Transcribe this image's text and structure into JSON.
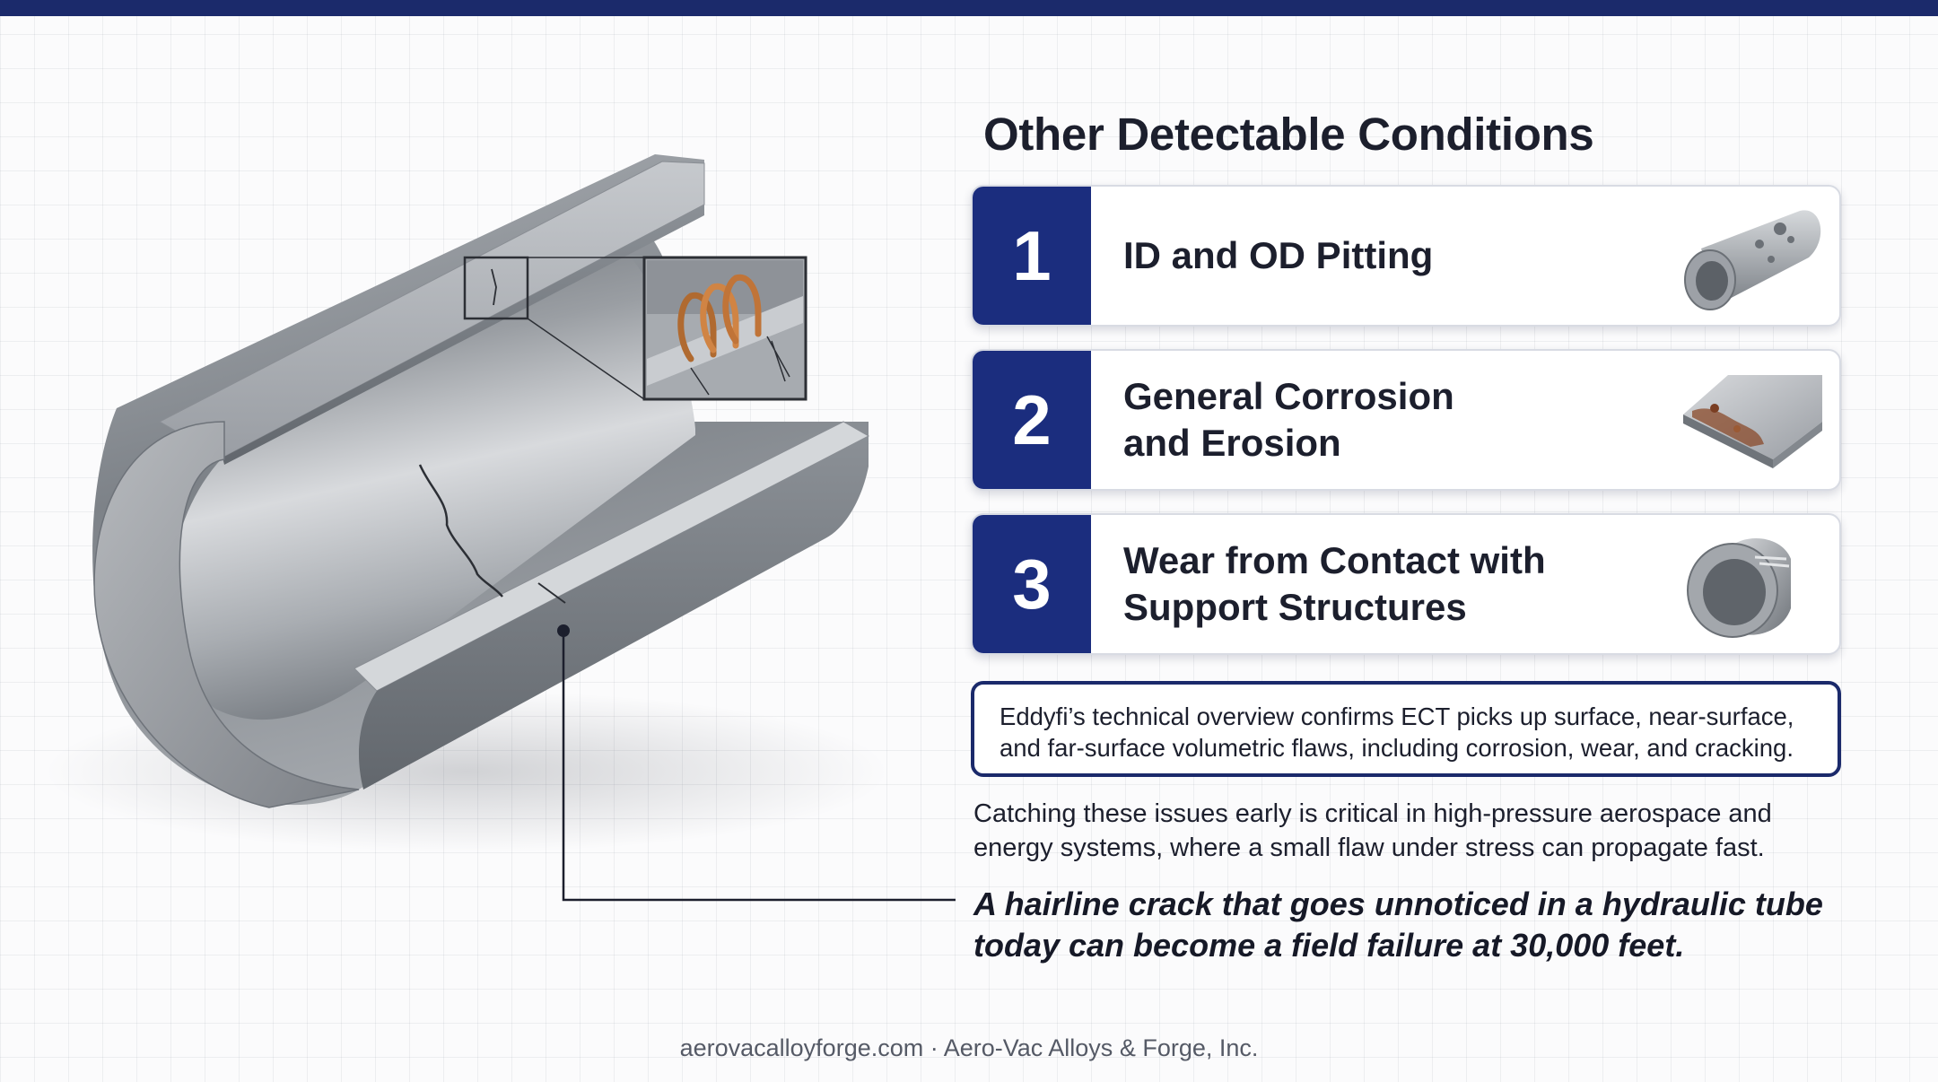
{
  "title": "Other Detectable Conditions",
  "conditions": [
    {
      "number": "1",
      "line1": "ID and OD Pitting",
      "line2": "",
      "icon": "pitted-tube-icon"
    },
    {
      "number": "2",
      "line1": "General Corrosion",
      "line2": "and Erosion",
      "icon": "corroded-plate-icon"
    },
    {
      "number": "3",
      "line1": "Wear from Contact with",
      "line2": "Support Structures",
      "icon": "worn-ring-icon"
    }
  ],
  "note": {
    "line1": "Eddyfi’s technical overview confirms ECT picks up surface, near-surface,",
    "line2": "and far-surface volumetric flaws, including corrosion, wear, and cracking."
  },
  "body": {
    "line1": "Catching these issues early is critical in high-pressure aerospace and",
    "line2": "energy systems, where a small flaw under stress can propagate fast."
  },
  "emphasis": {
    "line1": "A hairline crack that goes unnoticed in a hydraulic tube",
    "line2": "today can become a field failure at 30,000 feet."
  },
  "footer": "aerovacalloyforge.com · Aero-Vac Alloys & Forge, Inc.",
  "colors": {
    "navy": "#1b2a6b",
    "number_panel": "#1b2d7e",
    "steel_light": "#d3d6da",
    "steel_dark": "#6a6f76",
    "copper": "#c8793a",
    "rust": "#8a4a2a"
  }
}
